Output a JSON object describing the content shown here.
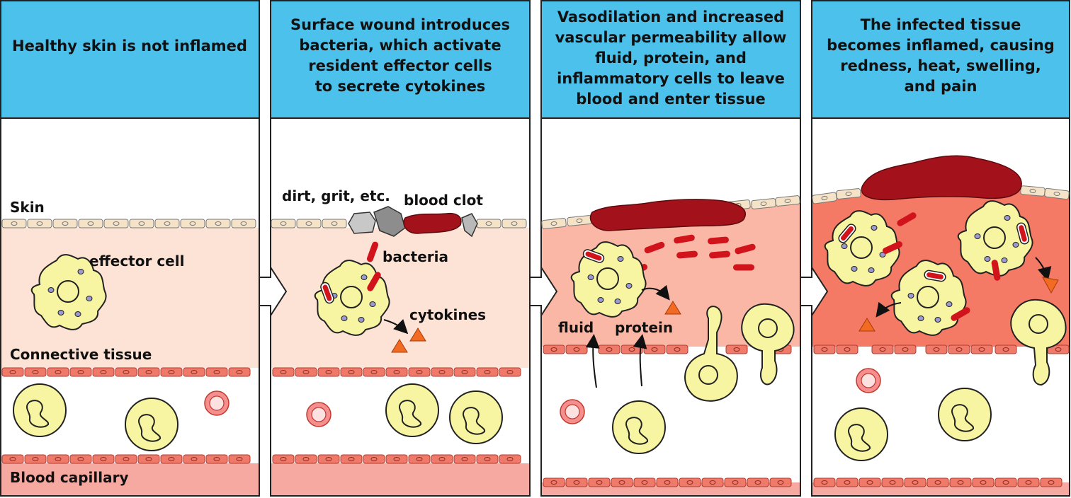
{
  "colors": {
    "header_bg": "#4cc1ec",
    "tissue_healthy": "#fde3d6",
    "tissue_inflamed_light": "#fbb7a6",
    "tissue_inflamed": "#f47a66",
    "cell_fill": "#f8f5a2",
    "nucleus_fill": "#9b9ad1",
    "bacteria": "#d1141c",
    "clot": "#a3121a",
    "cytokine": "#f26b22",
    "endothelium": "#f07a6a",
    "skin_cell": "#f5e3c8",
    "rbc": "#f58e8e"
  },
  "panels": [
    {
      "title_lines": [
        "Healthy skin is not inflamed"
      ]
    },
    {
      "title_lines": [
        "Surface wound introduces",
        "bacteria, which activate",
        "resident effector cells",
        "to secrete cytokines"
      ]
    },
    {
      "title_lines": [
        "Vasodilation and increased",
        "vascular permeability allow",
        "fluid, protein, and",
        "inflammatory cells to leave",
        "blood and enter tissue"
      ]
    },
    {
      "title_lines": [
        "The infected tissue",
        "becomes inflamed, causing",
        "redness, heat, swelling,",
        "and pain"
      ]
    }
  ],
  "labels": {
    "skin": "Skin",
    "effector_cell": "effector cell",
    "connective_tissue": "Connective tissue",
    "blood_capillary": "Blood capillary",
    "dirt": "dirt, grit, etc.",
    "blood_clot": "blood clot",
    "bacteria": "bacteria",
    "cytokines": "cytokines",
    "fluid": "fluid",
    "protein": "protein"
  },
  "icons": [
    "arrow-right-icon",
    "arrow-up-icon"
  ]
}
